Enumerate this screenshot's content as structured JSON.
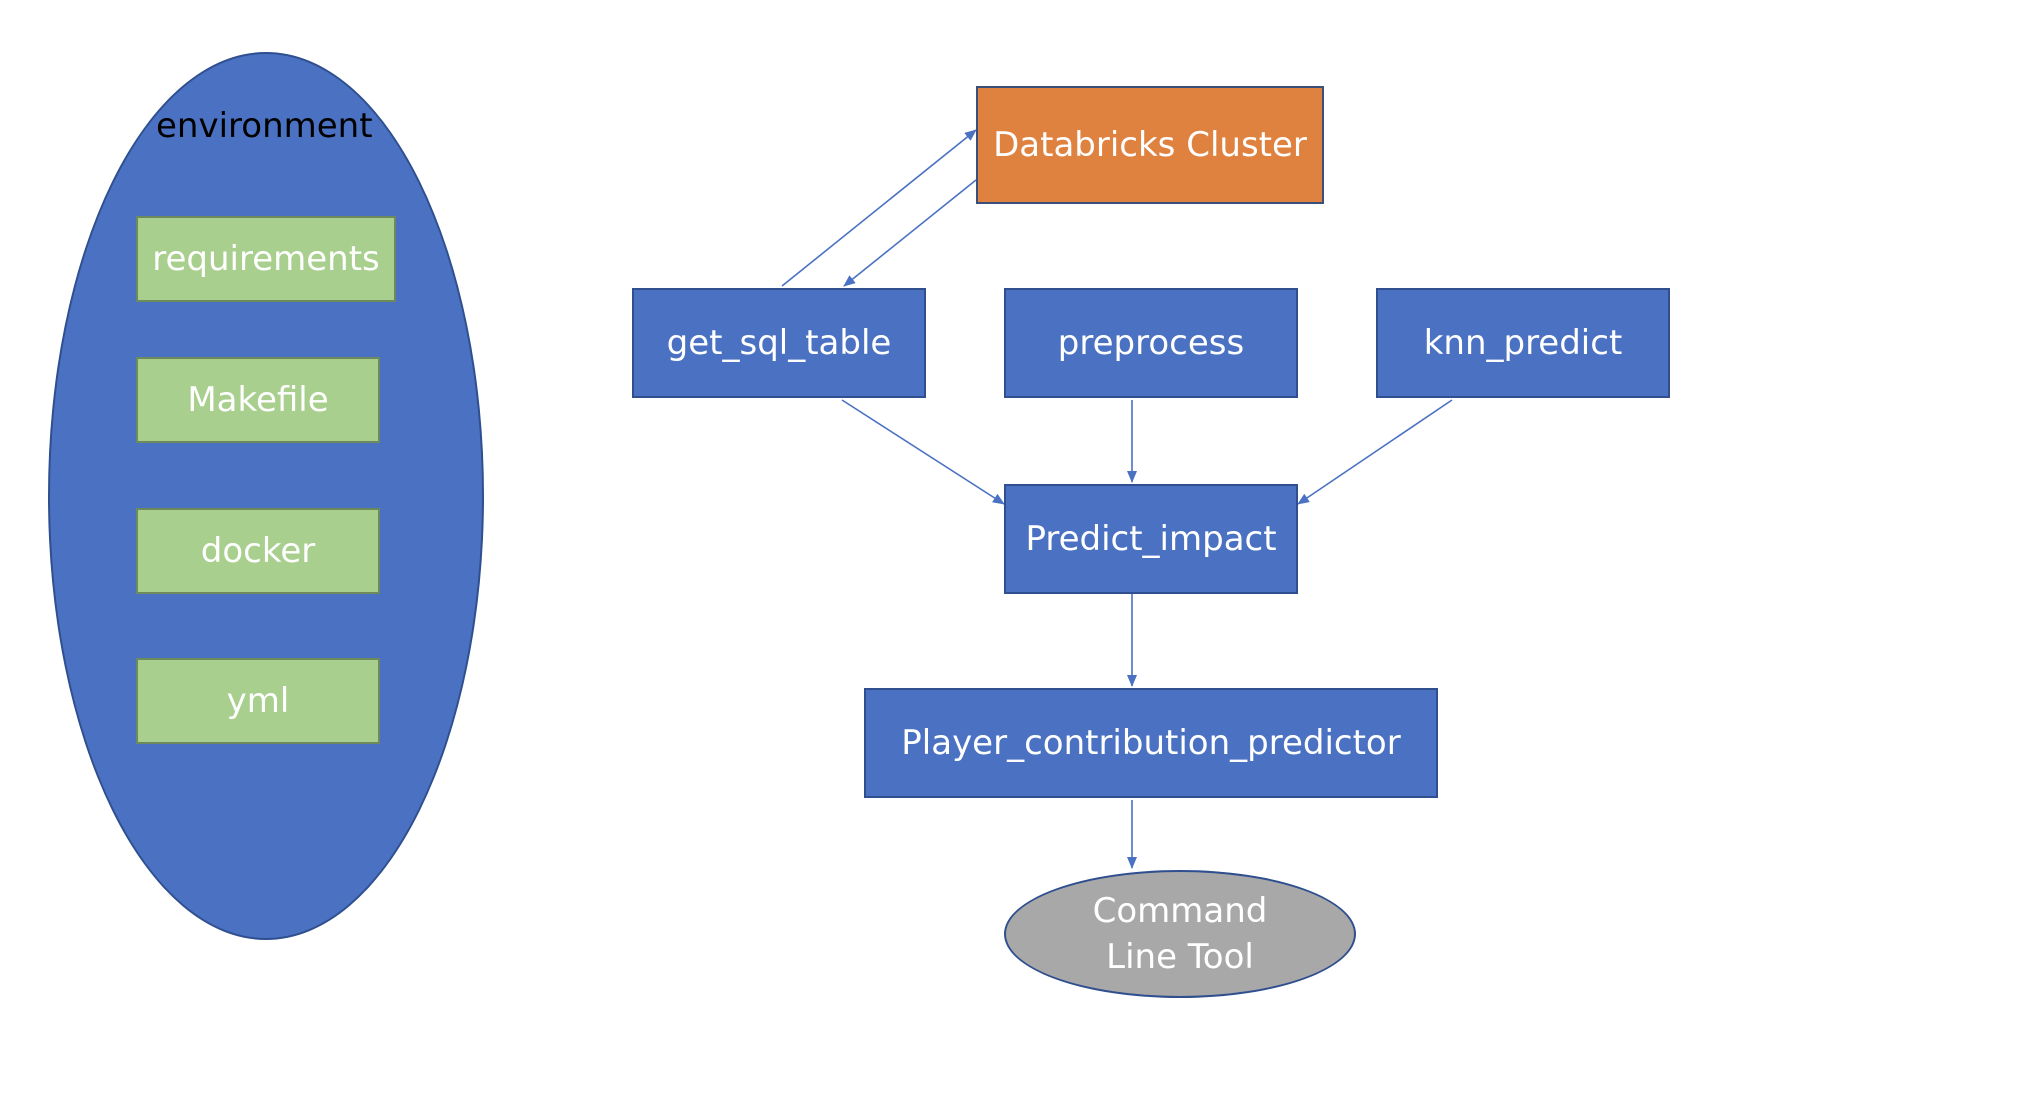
{
  "colors": {
    "node_blue": "#4a71c2",
    "node_green": "#a8cf8e",
    "node_orange": "#e0823f",
    "node_gray": "#a8a8a8",
    "edge": "#4a71c2"
  },
  "environment": {
    "title": "environment",
    "items": [
      {
        "label": "requirements"
      },
      {
        "label": "Makefile"
      },
      {
        "label": "docker"
      },
      {
        "label": "yml"
      }
    ]
  },
  "nodes": {
    "databricks": {
      "label": "Databricks Cluster"
    },
    "get_sql_table": {
      "label": "get_sql_table"
    },
    "preprocess": {
      "label": "preprocess"
    },
    "knn_predict": {
      "label": "knn_predict"
    },
    "predict_impact": {
      "label": "Predict_impact"
    },
    "player_contribution": {
      "label": "Player_contribution_predictor"
    },
    "cli": {
      "line1": "Command",
      "line2": "Line Tool"
    }
  },
  "edges": [
    {
      "from": "get_sql_table",
      "to": "databricks"
    },
    {
      "from": "databricks",
      "to": "get_sql_table"
    },
    {
      "from": "get_sql_table",
      "to": "predict_impact"
    },
    {
      "from": "preprocess",
      "to": "predict_impact"
    },
    {
      "from": "knn_predict",
      "to": "predict_impact"
    },
    {
      "from": "predict_impact",
      "to": "player_contribution"
    },
    {
      "from": "player_contribution",
      "to": "cli"
    }
  ]
}
